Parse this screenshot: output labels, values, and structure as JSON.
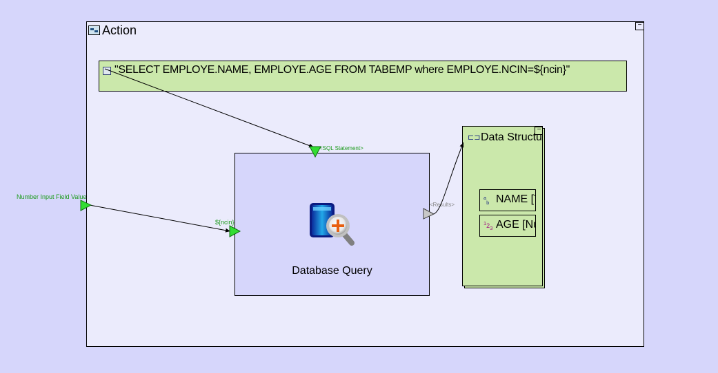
{
  "action": {
    "title": "Action",
    "icon": "action-window-icon",
    "collapse_label": "−"
  },
  "sql_node": {
    "icon": "text-value-icon",
    "text": "\"SELECT EMPLOYE.NAME, EMPLOYE.AGE FROM TABEMP where EMPLOYE.NCIN=${ncin}\""
  },
  "db_query": {
    "label": "Database Query",
    "icon": "database-query-icon",
    "ports": {
      "sql_statement": "<SQL Statement>",
      "ncin": "${ncin}",
      "results": "<Results>"
    }
  },
  "external_input": {
    "label": "Number Input Field Value"
  },
  "data_structure": {
    "title": "Data Structure",
    "icon": "structure-icon",
    "collapse_label": "−",
    "fields": [
      {
        "name": "NAME [Text]",
        "type_icon": "ab",
        "type": "text",
        "color": "#203080"
      },
      {
        "name": "AGE [Number]",
        "type_icon": "123",
        "type": "number",
        "color": "#a01080"
      }
    ]
  },
  "colors": {
    "background": "#d6d6fb",
    "action_bg": "#ebebfc",
    "node_green": "#cbe8ab",
    "port_green": "#33dd33",
    "label_green": "#1a9a1a"
  }
}
